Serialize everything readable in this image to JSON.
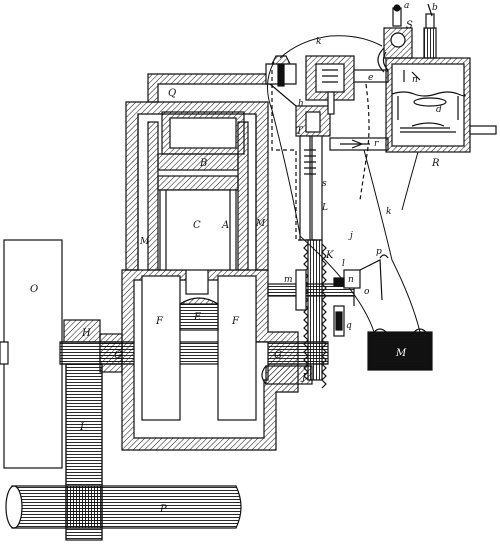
{
  "figure": {
    "colors": {
      "ink": "#111111",
      "paper": "#ffffff"
    },
    "labels": {
      "a": "a",
      "b": "b",
      "S": "S",
      "k_top": "k",
      "k_right": "k",
      "e": "e",
      "h": "h",
      "T": "T",
      "r": "r",
      "R": "R",
      "d": "d",
      "n_tank": "n",
      "Q": "Q",
      "B": "B",
      "C": "C",
      "A": "A",
      "M_left": "M",
      "M_right": "M",
      "s": "s",
      "L": "L",
      "K": "K",
      "j": "j",
      "p": "p",
      "m": "m",
      "l": "l",
      "n": "n",
      "o": "o",
      "q": "q",
      "O": "O",
      "F_left": "F",
      "F_right": "F",
      "E": "E",
      "H": "H",
      "G_left": "G",
      "G_right": "G",
      "J": "J",
      "I": "I",
      "P": "P",
      "battery": "M"
    }
  }
}
